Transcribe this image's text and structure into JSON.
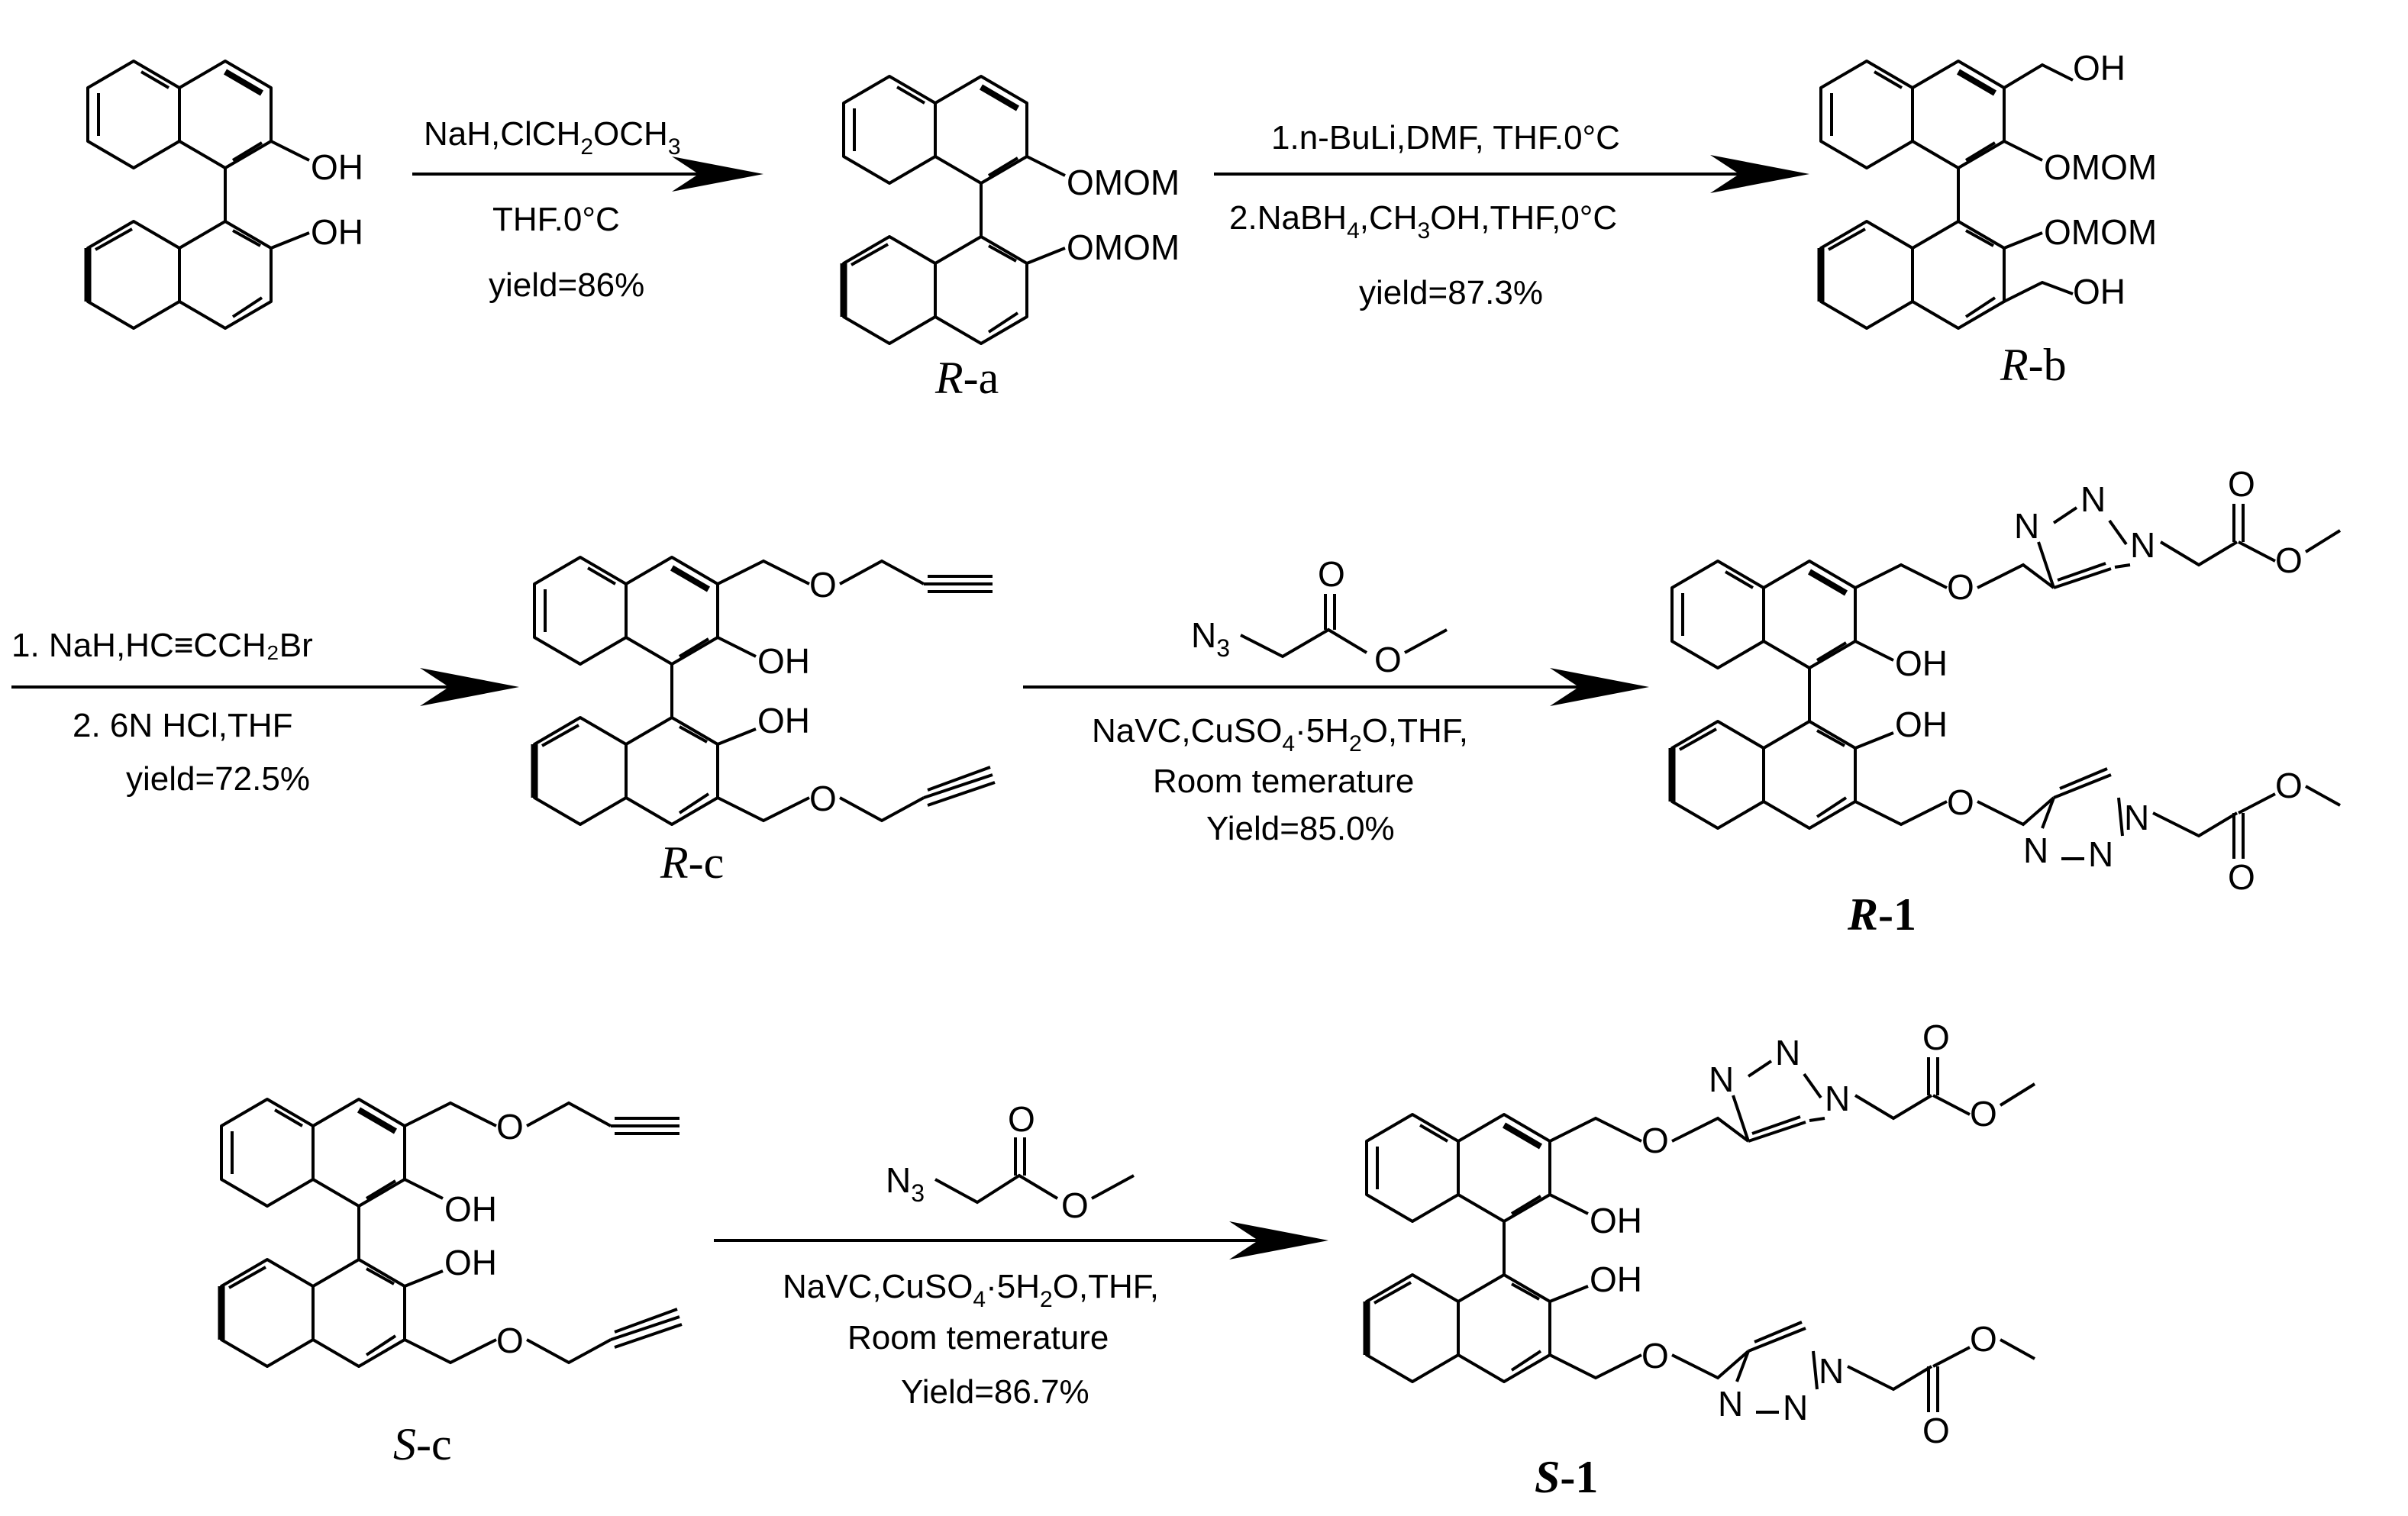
{
  "step1": {
    "reagent_parts": [
      "NaH,ClCH",
      "2",
      "OCH",
      "3"
    ],
    "solvent": "THF.0°C",
    "yield": "yield=86%"
  },
  "step2": {
    "line1": "1.n-BuLi,DMF, THF.0°C",
    "line2_parts": [
      "2.NaBH",
      "4",
      ",CH",
      "3",
      "OH,THF,0°C"
    ],
    "yield": "yield=87.3%"
  },
  "step3": {
    "line1": "1. NaH,HC≡CCH₂Br",
    "line2": "2. 6N HCl,THF",
    "yield": "yield=72.5%"
  },
  "step4": {
    "conditions_parts": [
      "NaVC,CuSO",
      "4",
      "·5H",
      "2",
      "O,THF,"
    ],
    "conditions2": "Room temerature",
    "yield": "Yield=85.0%"
  },
  "step5": {
    "conditions_parts": [
      "NaVC,CuSO",
      "4",
      "·5H",
      "2",
      "O,THF,"
    ],
    "conditions2": "Room temerature",
    "yield": "Yield=86.7%"
  },
  "atoms": {
    "oh": "OH",
    "omom": "OMOM",
    "o": "O",
    "n": "N",
    "azide_n": "N",
    "azide_sub": "3"
  },
  "compounds": {
    "ra": {
      "prefix": "R",
      "suffix": "-a"
    },
    "rb": {
      "prefix": "R",
      "suffix": "-b"
    },
    "rc": {
      "prefix": "R",
      "suffix": "-c"
    },
    "r1": {
      "prefix": "R",
      "suffix": "-1"
    },
    "sc": {
      "prefix": "S",
      "suffix": "-c"
    },
    "s1": {
      "prefix": "S",
      "suffix": "-1"
    }
  },
  "colors": {
    "ink": "#000000",
    "background": "#ffffff"
  }
}
